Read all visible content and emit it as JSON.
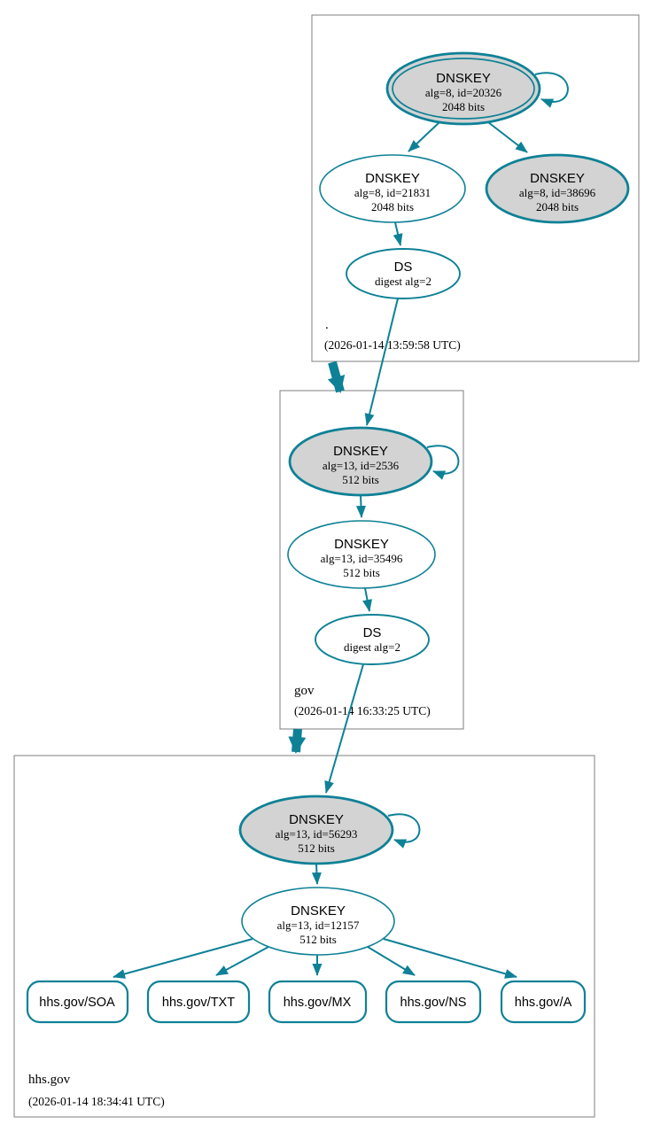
{
  "colors": {
    "edge": "#0e8196",
    "ksk_fill": "#d3d3d3",
    "node_fill": "#ffffff",
    "box_border": "#7f7f7f"
  },
  "zones": {
    "root": {
      "label": ".",
      "timestamp": "(2026-01-14 13:59:58 UTC)",
      "ksk": {
        "title": "DNSKEY",
        "detail": "alg=8, id=20326",
        "bits": "2048 bits"
      },
      "zsk": {
        "title": "DNSKEY",
        "detail": "alg=8, id=21831",
        "bits": "2048 bits"
      },
      "ksk2": {
        "title": "DNSKEY",
        "detail": "alg=8, id=38696",
        "bits": "2048 bits"
      },
      "ds": {
        "title": "DS",
        "detail": "digest alg=2"
      }
    },
    "gov": {
      "label": "gov",
      "timestamp": "(2026-01-14 16:33:25 UTC)",
      "ksk": {
        "title": "DNSKEY",
        "detail": "alg=13, id=2536",
        "bits": "512 bits"
      },
      "zsk": {
        "title": "DNSKEY",
        "detail": "alg=13, id=35496",
        "bits": "512 bits"
      },
      "ds": {
        "title": "DS",
        "detail": "digest alg=2"
      }
    },
    "hhs": {
      "label": "hhs.gov",
      "timestamp": "(2026-01-14 18:34:41 UTC)",
      "ksk": {
        "title": "DNSKEY",
        "detail": "alg=13, id=56293",
        "bits": "512 bits"
      },
      "zsk": {
        "title": "DNSKEY",
        "detail": "alg=13, id=12157",
        "bits": "512 bits"
      },
      "rrsets": [
        "hhs.gov/SOA",
        "hhs.gov/TXT",
        "hhs.gov/MX",
        "hhs.gov/NS",
        "hhs.gov/A"
      ]
    }
  }
}
